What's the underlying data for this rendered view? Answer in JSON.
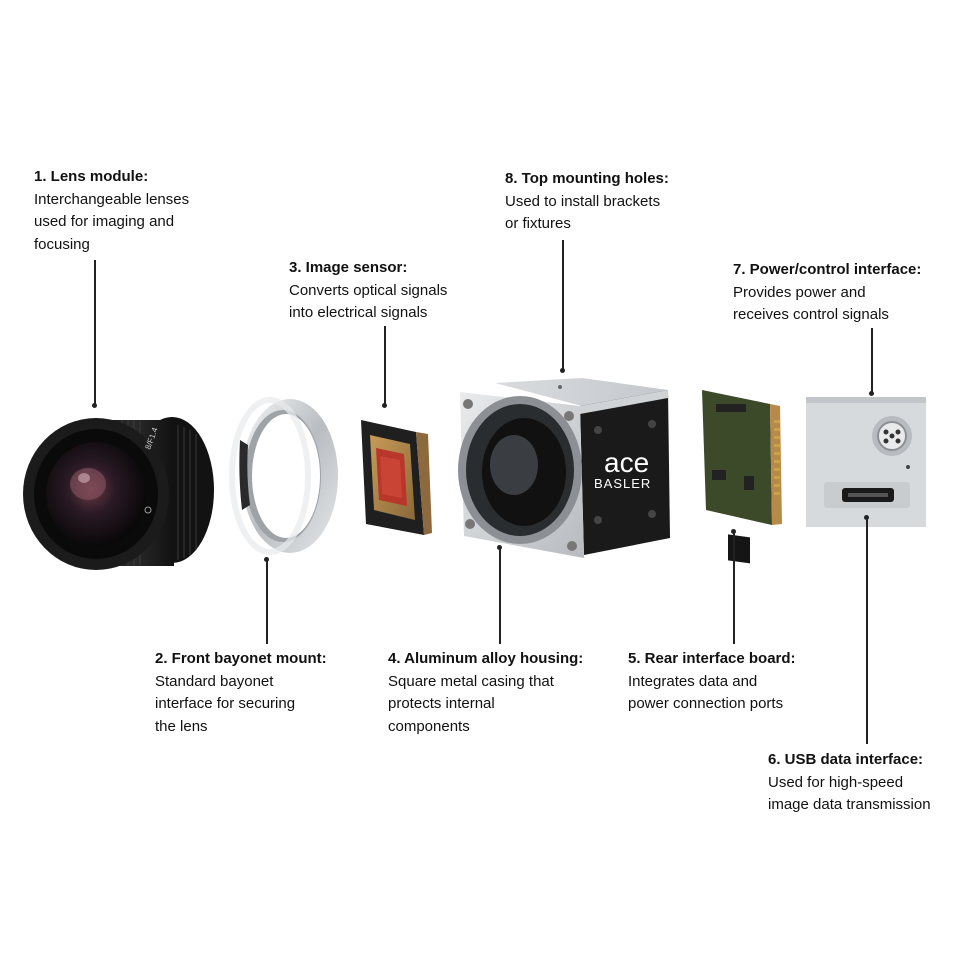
{
  "callouts": [
    {
      "id": "lens",
      "title": "1. Lens module:",
      "desc": "Interchangeable lenses\nused for imaging and\nfocusing"
    },
    {
      "id": "bayonet",
      "title": "2. Front bayonet mount:",
      "desc": "Standard bayonet\ninterface for securing\nthe lens"
    },
    {
      "id": "sensor",
      "title": "3. Image sensor:",
      "desc": "Converts optical signals\ninto electrical signals"
    },
    {
      "id": "housing",
      "title": "4. Aluminum alloy housing:",
      "desc": "Square metal casing that\nprotects internal\ncomponents"
    },
    {
      "id": "board",
      "title": "5. Rear interface board:",
      "desc": "Integrates data and\npower connection ports"
    },
    {
      "id": "usb",
      "title": "6. USB data interface:",
      "desc": "Used for high-speed\nimage data transmission"
    },
    {
      "id": "power",
      "title": "7. Power/control interface:",
      "desc": "Provides power and\nreceives control signals"
    },
    {
      "id": "mount",
      "title": "8. Top mounting holes:",
      "desc": "Used to install brackets\nor fixtures"
    }
  ],
  "camera_label": {
    "model": "ace",
    "brand": "BASLER"
  },
  "colors": {
    "text": "#111111",
    "leader": "#222222",
    "lens_body": "#1a1a1a",
    "aluminum": "#cfd3d6",
    "pcb_green": "#3d4a2a",
    "sensor_red": "#b8362a"
  }
}
